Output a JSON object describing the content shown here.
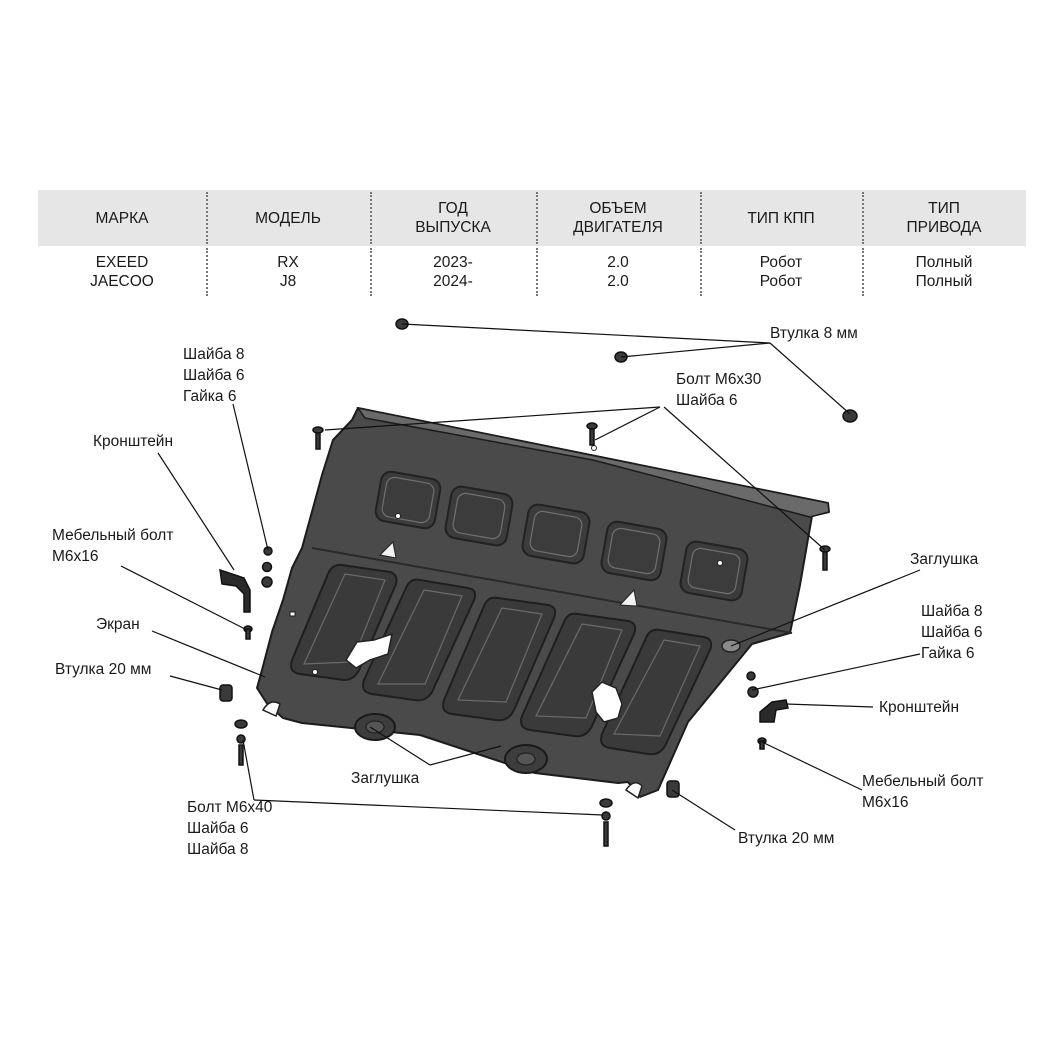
{
  "table": {
    "headers": [
      {
        "line1": "МАРКА",
        "line2": ""
      },
      {
        "line1": "МОДЕЛЬ",
        "line2": ""
      },
      {
        "line1": "ГОД",
        "line2": "ВЫПУСКА"
      },
      {
        "line1": "ОБЪЕМ",
        "line2": "ДВИГАТЕЛЯ"
      },
      {
        "line1": "ТИП КПП",
        "line2": ""
      },
      {
        "line1": "ТИП",
        "line2": "ПРИВОДА"
      }
    ],
    "rows": [
      [
        "EXEED",
        "RX",
        "2023-",
        "2.0",
        "Робот",
        "Полный"
      ],
      [
        "JAECOO",
        "J8",
        "2024-",
        "2.0",
        "Робот",
        "Полный"
      ]
    ]
  },
  "labels": {
    "vtulka8": "Втулка 8 мм",
    "bolt_m6x30": [
      "Болт М6х30",
      "Шайба 6"
    ],
    "left_hardware": [
      "Шайба 8",
      "Шайба 6",
      "Гайка 6"
    ],
    "left_bracket": "Кронштейн",
    "left_furniture_bolt": [
      "Мебельный болт",
      "М6х16"
    ],
    "screen": "Экран",
    "left_vtulka20": "Втулка 20 мм",
    "plug_right": "Заглушка",
    "right_hardware": [
      "Шайба 8",
      "Шайба 6",
      "Гайка 6"
    ],
    "right_bracket": "Кронштейн",
    "plug_bottom": "Заглушка",
    "right_furniture_bolt": [
      "Мебельный болт",
      "М6х16"
    ],
    "bolt_m6x40": [
      "Болт М6х40",
      "Шайба 6",
      "Шайба 8"
    ],
    "right_vtulka20": "Втулка 20 мм"
  }
}
